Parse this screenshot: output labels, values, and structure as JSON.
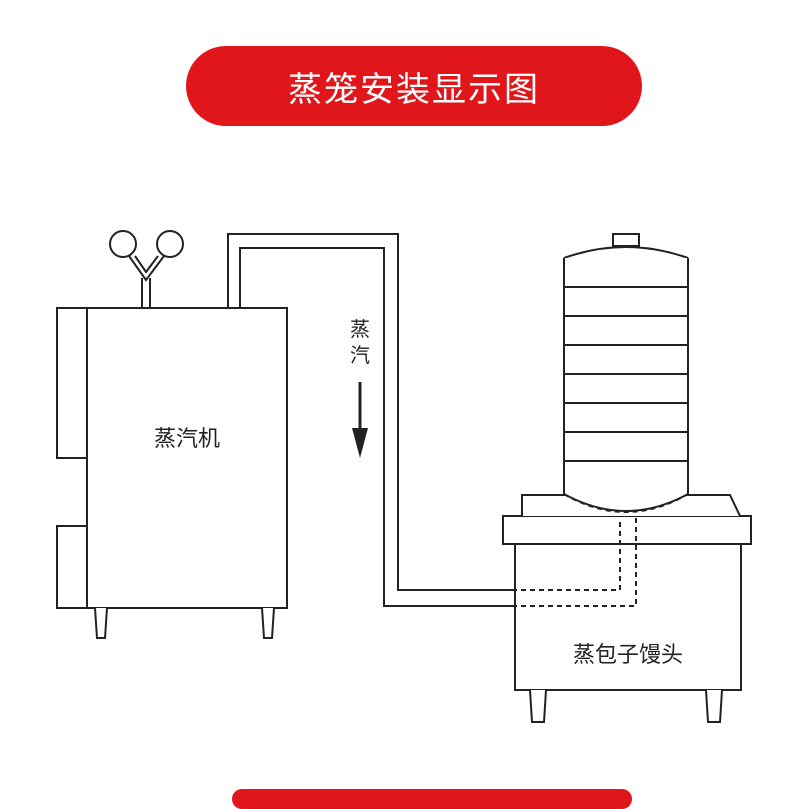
{
  "header": {
    "title": "蒸笼安装显示图"
  },
  "labels": {
    "steam_machine": "蒸汽机",
    "steam_flow_char1": "蒸",
    "steam_flow_char2": "汽",
    "steamer_unit": "蒸包子馒头"
  },
  "colors": {
    "banner": "#e0161b",
    "line": "#222222",
    "background": "#ffffff"
  },
  "icons": {
    "gauges": "pressure-gauge-icon",
    "flow": "down-arrow-icon"
  }
}
